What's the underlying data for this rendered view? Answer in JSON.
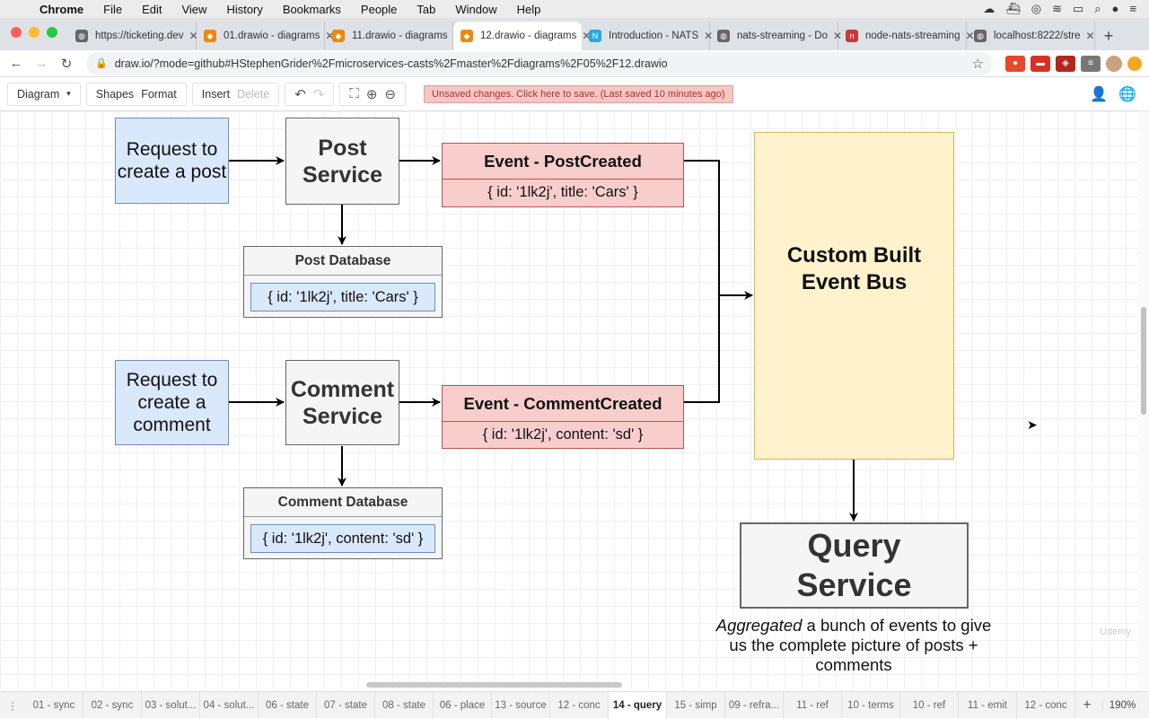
{
  "menubar": {
    "app": "Chrome",
    "items": [
      "File",
      "Edit",
      "View",
      "History",
      "Bookmarks",
      "People",
      "Tab",
      "Window",
      "Help"
    ]
  },
  "tabs": [
    {
      "label": "https://ticketing.dev",
      "icon": "globe-icon",
      "color": "#666666"
    },
    {
      "label": "01.drawio - diagrams",
      "icon": "drawio-icon",
      "color": "#f08705"
    },
    {
      "label": "11.drawio - diagrams",
      "icon": "drawio-icon",
      "color": "#f08705"
    },
    {
      "label": "12.drawio - diagrams",
      "icon": "drawio-icon",
      "color": "#f08705"
    },
    {
      "label": "Introduction - NATS",
      "icon": "nats-icon",
      "color": "#27aae1"
    },
    {
      "label": "nats-streaming - Do",
      "icon": "docker-icon",
      "color": "#666666"
    },
    {
      "label": "node-nats-streaming",
      "icon": "npm-icon",
      "color": "#cb3837"
    },
    {
      "label": "localhost:8222/stre",
      "icon": "globe-icon",
      "color": "#666666"
    }
  ],
  "address": {
    "url": "draw.io/?mode=github#HStephenGrider%2Fmicroservices-casts%2Fmaster%2Fdiagrams%2F05%2F12.drawio"
  },
  "drawio_toolbar": {
    "diagram": "Diagram",
    "shapes": "Shapes",
    "format": "Format",
    "insert": "Insert",
    "delete": "Delete",
    "unsaved": "Unsaved changes. Click here to save. (Last saved 10 minutes ago)"
  },
  "diagram": {
    "request_post": "Request to create a post",
    "post_service": "Post Service",
    "event_post_title": "Event - PostCreated",
    "event_post_body": "{ id: '1lk2j', title: 'Cars' }",
    "post_db_title": "Post Database",
    "post_db_body": "{ id: '1lk2j', title: 'Cars' }",
    "request_comment": "Request to create a comment",
    "comment_service": "Comment Service",
    "event_comment_title": "Event - CommentCreated",
    "event_comment_body": "{ id: '1lk2j', content: 'sd' }",
    "comment_db_title": "Comment Database",
    "comment_db_body": "{ id: '1lk2j', content: 'sd' }",
    "event_bus": "Custom Built Event Bus",
    "query_service": "Query Service",
    "caption_em": "Aggregated",
    "caption_rest": " a bunch of events to give us the complete picture of posts + comments"
  },
  "watermark": "Udemy",
  "page_tabs": {
    "items": [
      "01 - sync",
      "02 - sync",
      "03 - solut...",
      "04 - solut...",
      "06 - state",
      "07 - state",
      "08 - state",
      "06 - place",
      "13 - source",
      "12 - conc",
      "14 - query",
      "15 - simp",
      "09 - refra...",
      "11 - ref",
      "10 - terms",
      "10 - ref",
      "11 - emit",
      "12 - conc"
    ],
    "active_index": 10,
    "zoom": "190%"
  }
}
